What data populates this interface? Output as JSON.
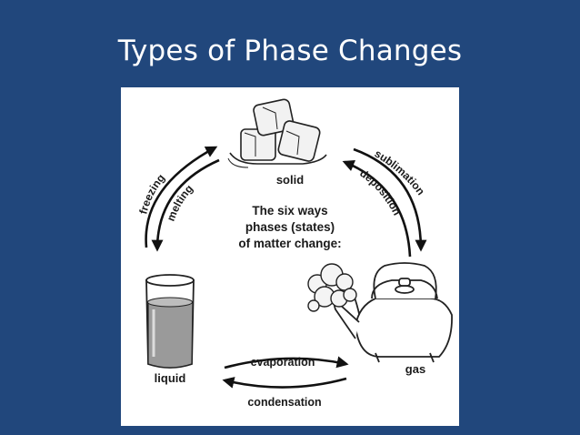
{
  "slide": {
    "title": "Types of Phase Changes"
  },
  "diagram": {
    "center_text": [
      "The six ways",
      "phases (states)",
      "of matter change:"
    ],
    "states": {
      "solid": "solid",
      "liquid": "liquid",
      "gas": "gas"
    },
    "transitions": {
      "freezing": "freezing",
      "melting": "melting",
      "sublimation": "sublimation",
      "deposition": "deposition",
      "evaporation": "evaporation",
      "condensation": "condensation"
    }
  }
}
